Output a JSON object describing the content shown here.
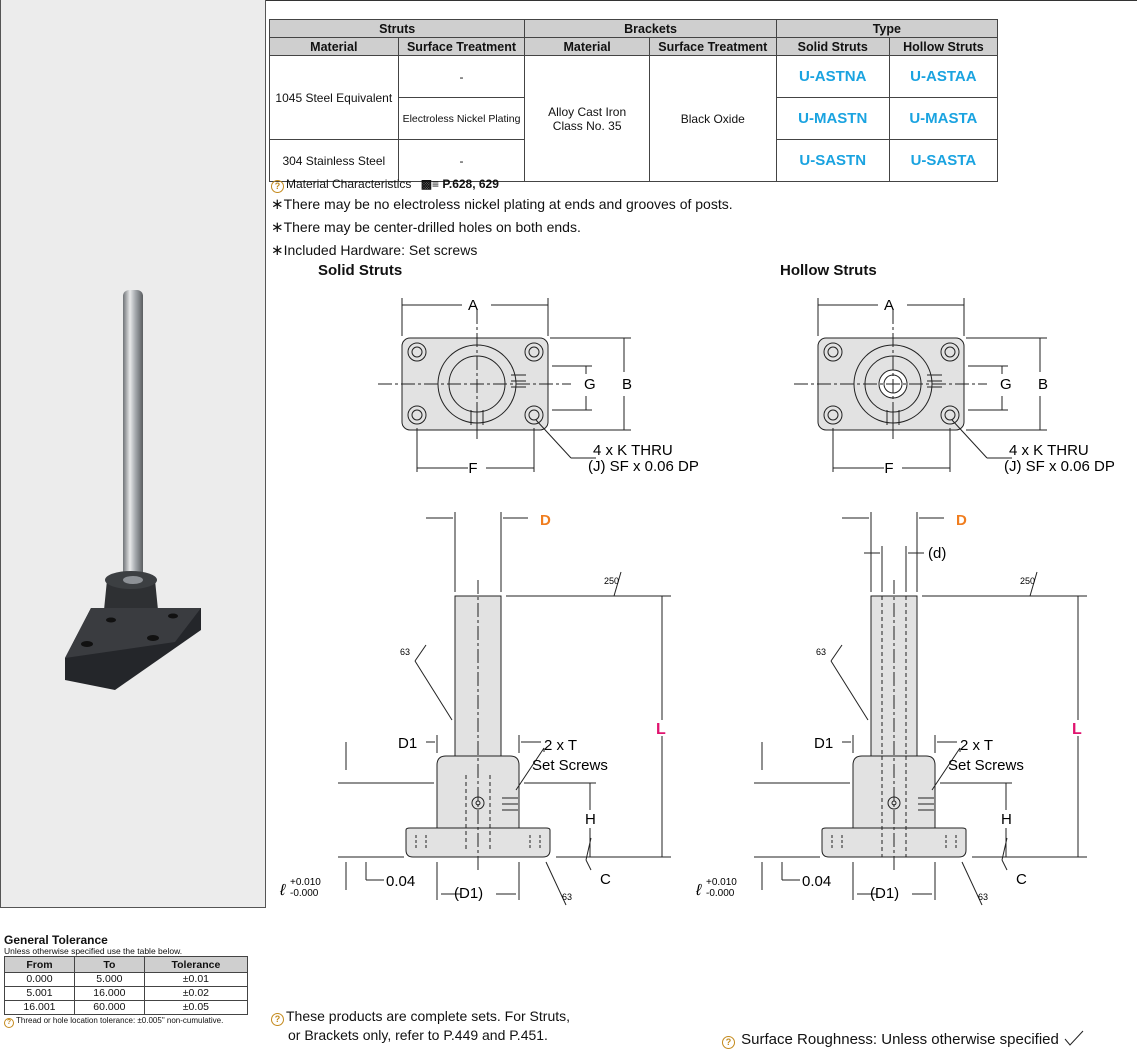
{
  "table": {
    "group_headers": [
      "Struts",
      "Brackets",
      "Type"
    ],
    "sub_headers": [
      "Material",
      "Surface Treatment",
      "Material",
      "Surface Treatment",
      "Solid Struts",
      "Hollow Struts"
    ],
    "rows": [
      {
        "strut_material": "1045 Steel Equivalent",
        "strut_surface": "-",
        "solid": "U-ASTNA",
        "hollow": "U-ASTAA"
      },
      {
        "strut_surface": "Electroless Nickel Plating",
        "solid": "U-MASTN",
        "hollow": "U-MASTA"
      },
      {
        "strut_material": "304 Stainless Steel",
        "strut_surface": "-",
        "solid": "U-SASTN",
        "hollow": "U-SASTA"
      }
    ],
    "bracket_material_line1": "Alloy Cast Iron",
    "bracket_material_line2": "Class No. 35",
    "bracket_surface": "Black Oxide"
  },
  "notes": {
    "material_char_label": "Material Characteristics",
    "material_char_ref": "P.628, 629",
    "lines": [
      "There may be no electroless nickel plating at ends and grooves of posts.",
      "There may be center-drilled holes on both ends.",
      "Included Hardware: Set screws"
    ]
  },
  "drawings": {
    "solid_title": "Solid Struts",
    "hollow_title": "Hollow Struts",
    "labels": {
      "A": "A",
      "B": "B",
      "F": "F",
      "G": "G",
      "thru": "4 x K THRU",
      "sf": "(J) SF x 0.06 DP",
      "D": "D",
      "d": "(d)",
      "D1": "D1",
      "D1p": "(D1)",
      "L": "L",
      "H": "H",
      "C": "C",
      "tee": "2 x T",
      "setscrews": "Set Screws",
      "r250": "250",
      "r63": "63",
      "gap": "0.04",
      "tol_sup": "+0.010",
      "tol_sub": "-0.000"
    }
  },
  "general_tolerance": {
    "title": "General Tolerance",
    "subtitle": "Unless otherwise specified use the table below.",
    "headers": [
      "From",
      "To",
      "Tolerance"
    ],
    "rows": [
      [
        "0.000",
        "5.000",
        "±0.01"
      ],
      [
        "5.001",
        "16.000",
        "±0.02"
      ],
      [
        "16.001",
        "60.000",
        "±0.05"
      ]
    ],
    "footnote": "Thread or hole location tolerance: ±0.005\" non-cumulative."
  },
  "bottom": {
    "sets_line1": "These products are complete sets. For Struts,",
    "sets_line2": "or Brackets only, refer to P.449 and P.451.",
    "roughness": "Surface Roughness: Unless otherwise specified"
  },
  "colors": {
    "code_blue": "#1aa3e0",
    "dim_orange": "#f07d1e",
    "dim_pink": "#e0136f"
  }
}
